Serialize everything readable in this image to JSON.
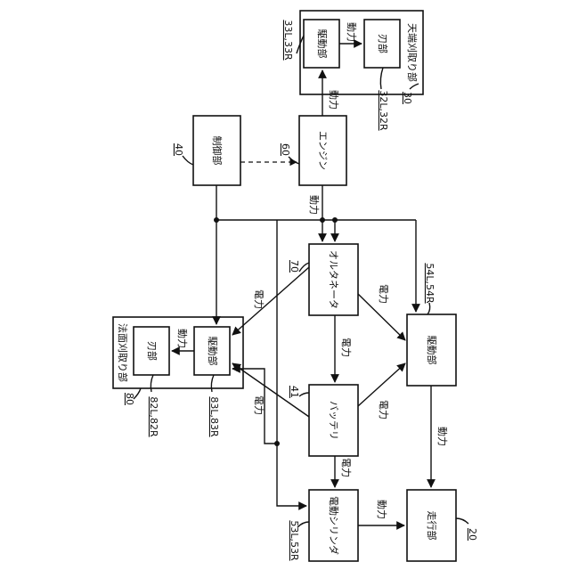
{
  "nodes": {
    "engine": "エンジン",
    "control": "制御部",
    "alternator": "オルタネータ",
    "battery": "バッテリ",
    "cylinder": "電動シリンダ",
    "traveling": "走行部",
    "drive_mid": "駆動部",
    "drive_top": "駆動部",
    "blade_top": "刃部",
    "drive_left": "駆動部",
    "blade_left": "刃部"
  },
  "groups": {
    "top": "天端刈取り部",
    "left": "法面刈取り部"
  },
  "refs": {
    "control": "40",
    "engine": "60",
    "alternator": "70",
    "battery": "41",
    "cylinder": "53L,53R",
    "traveling": "20",
    "drive_mid": "54L,54R",
    "top_group": "30",
    "drive_top": "33L,33R",
    "blade_top": "32L,32R",
    "left_group": "80",
    "blade_left": "82L,82R",
    "drive_left": "83L,83R"
  },
  "labels": {
    "power": "動力",
    "electric": "電力"
  }
}
